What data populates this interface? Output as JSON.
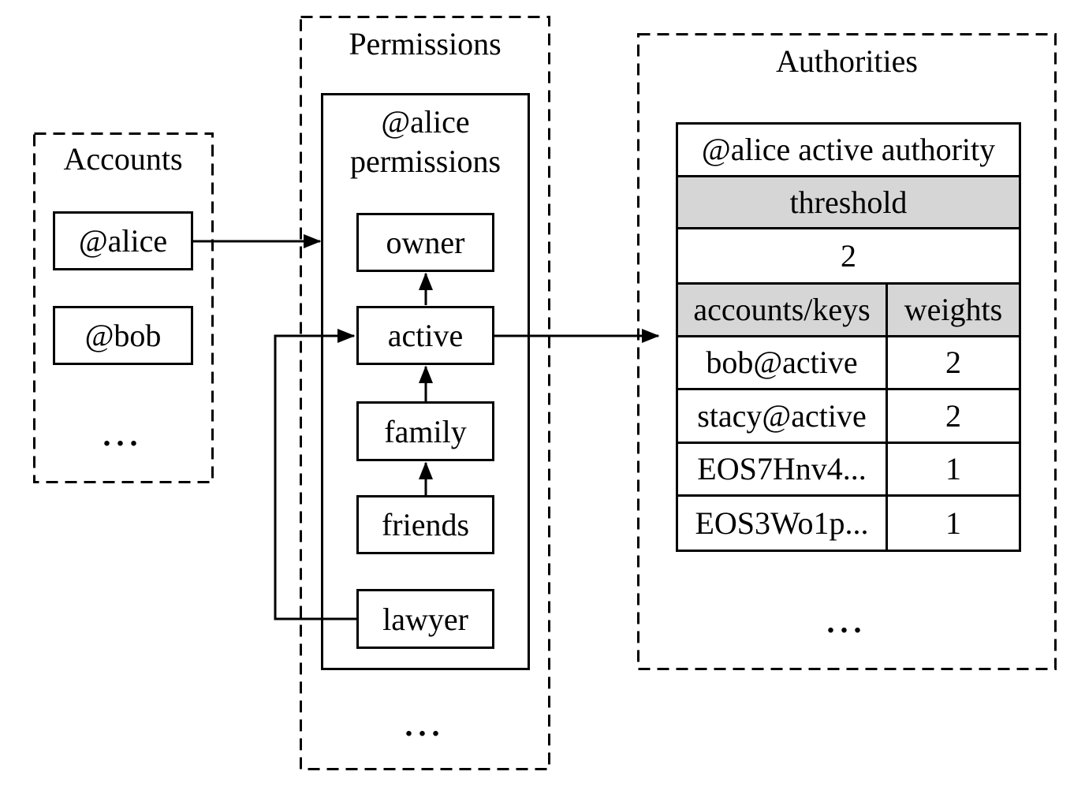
{
  "colors": {
    "line": "#000000",
    "header_fill": "#d6d6d6",
    "background": "#ffffff"
  },
  "accounts": {
    "title": "Accounts",
    "items": [
      "@alice",
      "@bob"
    ],
    "ellipsis": "..."
  },
  "permissions": {
    "title": "Permissions",
    "group_title": "@alice permissions",
    "nodes": [
      "owner",
      "active",
      "family",
      "friends",
      "lawyer"
    ],
    "ellipsis": "..."
  },
  "authorities": {
    "title": "Authorities",
    "ellipsis": "...",
    "table": {
      "title_row": "@alice active authority",
      "threshold_label": "threshold",
      "threshold_value": "2",
      "columns": [
        "accounts/keys",
        "weights"
      ],
      "rows": [
        {
          "key": "bob@active",
          "weight": "2"
        },
        {
          "key": "stacy@active",
          "weight": "2"
        },
        {
          "key": "EOS7Hnv4...",
          "weight": "1"
        },
        {
          "key": "EOS3Wo1p...",
          "weight": "1"
        }
      ]
    }
  },
  "edges": [
    {
      "from": "@alice account",
      "to": "@alice permissions"
    },
    {
      "from": "active",
      "to": "owner"
    },
    {
      "from": "family",
      "to": "active"
    },
    {
      "from": "friends",
      "to": "family"
    },
    {
      "from": "lawyer",
      "to": "active"
    },
    {
      "from": "active",
      "to": "@alice active authority"
    }
  ]
}
